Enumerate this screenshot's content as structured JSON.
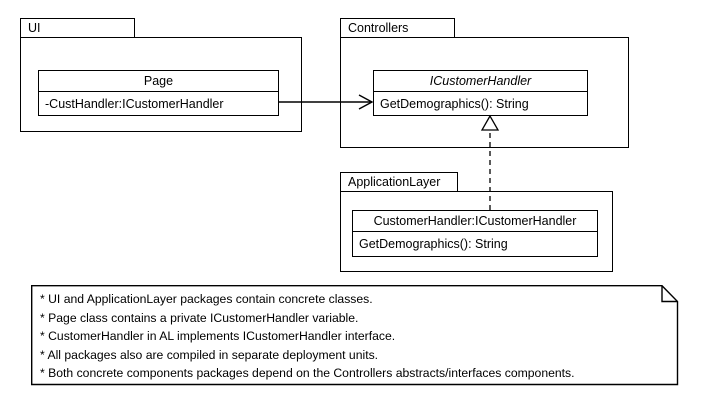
{
  "diagram": {
    "type": "uml-package-class-diagram",
    "packages": [
      {
        "id": "ui",
        "label": "UI"
      },
      {
        "id": "controllers",
        "label": "Controllers"
      },
      {
        "id": "applicationlayer",
        "label": "ApplicationLayer"
      }
    ],
    "classes": [
      {
        "id": "page",
        "package": "ui",
        "name": "Page",
        "stereotype": "class",
        "italic": false,
        "members": [
          "-CustHandler:ICustomerHandler"
        ]
      },
      {
        "id": "icustomerhandler",
        "package": "controllers",
        "name": "ICustomerHandler",
        "stereotype": "interface",
        "italic": true,
        "members": [
          "GetDemographics(): String"
        ]
      },
      {
        "id": "customerhandler",
        "package": "applicationlayer",
        "name": "CustomerHandler:ICustomerHandler",
        "stereotype": "class",
        "italic": false,
        "members": [
          "GetDemographics(): String"
        ]
      }
    ],
    "connectors": [
      {
        "id": "page-to-icustomerhandler",
        "kind": "association",
        "style": "solid",
        "arrowhead": "open",
        "from": "page",
        "to": "icustomerhandler"
      },
      {
        "id": "customerhandler-realizes-icustomerhandler",
        "kind": "realization",
        "style": "dashed",
        "arrowhead": "hollow-triangle",
        "from": "customerhandler",
        "to": "icustomerhandler"
      }
    ],
    "note": {
      "lines": [
        "* UI and ApplicationLayer packages contain concrete classes.",
        "* Page class contains a private ICustomerHandler variable.",
        "* CustomerHandler in AL implements ICustomerHandler interface.",
        "* All packages also are compiled in separate deployment units.",
        "* Both concrete components packages depend on the Controllers abstracts/interfaces components."
      ]
    },
    "colors": {
      "stroke": "#000000",
      "fill": "#ffffff",
      "text": "#000000"
    }
  }
}
